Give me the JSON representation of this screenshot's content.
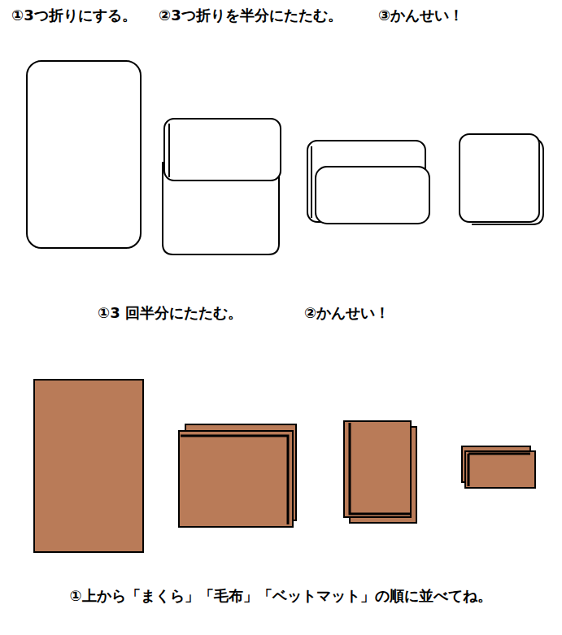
{
  "diagram": {
    "labels": [
      "①3つ折りにする。",
      "②3つ折りを半分にたたむ。",
      "③かんせい！",
      "①3 回半分にたたむ。",
      "②かんせい！",
      "①上から「まくら」「毛布」「ベットマット」の順に並べてね。"
    ]
  }
}
